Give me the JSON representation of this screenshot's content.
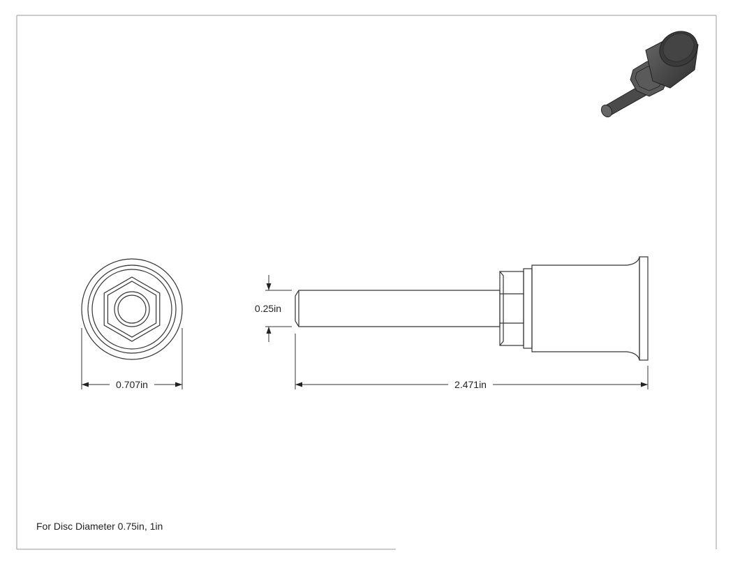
{
  "drawing": {
    "dimensions": {
      "face_diameter": "0.707in",
      "shank_diameter": "0.25in",
      "overall_length": "2.471in"
    },
    "note": "For Disc Diameter 0.75in, 1in",
    "colors": {
      "line": "#333333",
      "border": "#999999",
      "iso_dark": "#3c3c3c",
      "iso_mid": "#555555",
      "iso_light": "#777777"
    }
  }
}
